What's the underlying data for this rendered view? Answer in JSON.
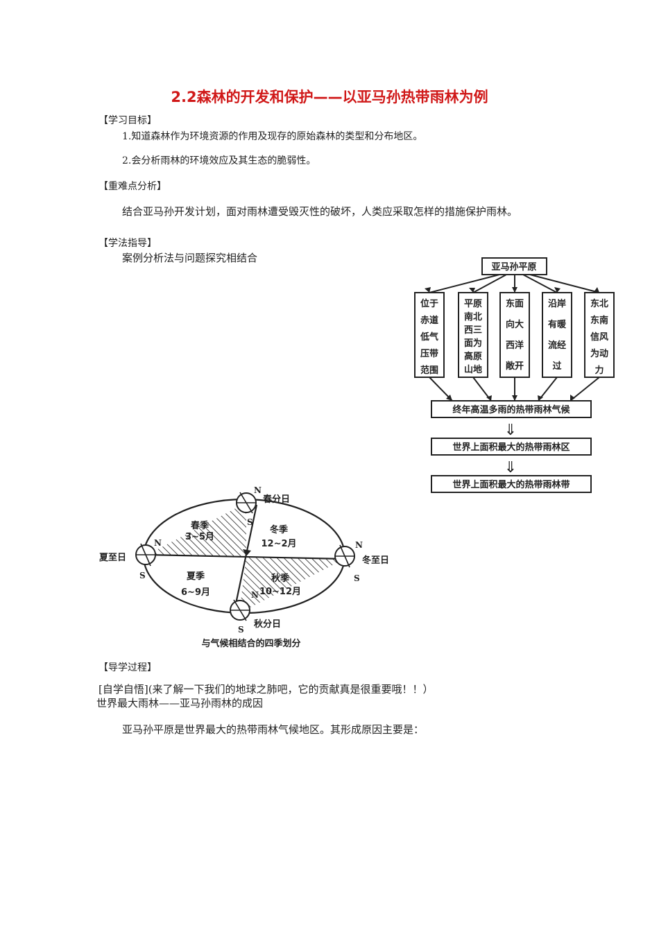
{
  "title": "2.2森林的开发和保护——以亚马孙热带雨林为例",
  "objectives": {
    "heading": "【学习目标】",
    "items": [
      "1.知道森林作为环境资源的作用及现存的原始森林的类型和分布地区。",
      "2.会分析雨林的环境效应及其生态的脆弱性。"
    ]
  },
  "key_points": {
    "heading": "【重难点分析】",
    "text": "结合亚马孙开发计划，面对雨林遭受毁灭性的破坏，人类应采取怎样的措施保护雨林。"
  },
  "method": {
    "heading": "【学法指导】",
    "text": "案例分析法与问题探究相结合"
  },
  "flowchart": {
    "root": "亚马孙平原",
    "factors": [
      [
        "位于",
        "赤道",
        "低气",
        "压带",
        "范围"
      ],
      [
        "平原",
        "南北",
        "西三",
        "面为",
        "高原",
        "山地"
      ],
      [
        "东面",
        "向大",
        "西洋",
        "敞开"
      ],
      [
        "沿岸",
        "有暖",
        "流经",
        "过"
      ],
      [
        "东北",
        "东南",
        "信风",
        "为动",
        "力"
      ]
    ],
    "steps": [
      "终年高温多雨的热带雨林气候",
      "世界上面积最大的热带雨林区",
      "世界上面积最大的热带雨林带"
    ],
    "arrow": "⇓"
  },
  "seasons_diagram": {
    "caption": "与气候相结合的四季划分",
    "points": {
      "spring_equinox": "春分日",
      "summer_solstice": "夏至日",
      "autumn_equinox": "秋分日",
      "winter_solstice": "冬至日"
    },
    "seasons": {
      "spring": [
        "春季",
        "3~5月"
      ],
      "winter": [
        "冬季",
        "12~2月"
      ],
      "summer": [
        "夏季",
        "6~9月"
      ],
      "autumn": [
        "秋季",
        "10~12月"
      ]
    },
    "north": "N",
    "south": "S"
  },
  "process": {
    "heading": "【导学过程】",
    "self_study": "[自学自悟](来了解一下我们的地球之肺吧，它的贡献真是很重要哦！！）",
    "subtitle": "世界最大雨林——亚马孙雨林的成因",
    "text": "亚马孙平原是世界最大的热带雨林气候地区。其形成原因主要是："
  }
}
